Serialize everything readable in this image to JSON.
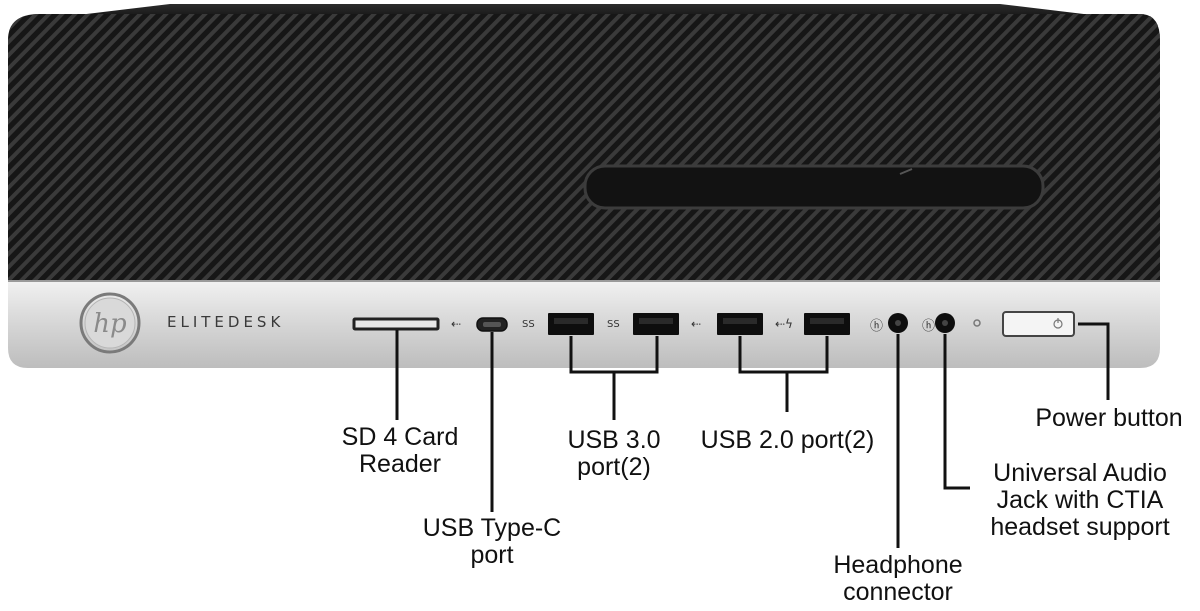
{
  "product": {
    "logo_text": "hp",
    "brand_text": "ELITEDESK"
  },
  "ports": [
    {
      "id": "sd-card-reader",
      "label": "SD 4 Card\nReader",
      "icon": "sd-slot"
    },
    {
      "id": "usb-type-c",
      "label": "USB Type-C\nport",
      "icon": "usb-c-port"
    },
    {
      "id": "usb-3",
      "label": "USB 3.0\nport(2)",
      "icon": "usb-a-port",
      "count": 2
    },
    {
      "id": "usb-2",
      "label": "USB 2.0 port(2)",
      "icon": "usb-a-port",
      "count": 2
    },
    {
      "id": "headphone",
      "label": "Headphone\nconnector",
      "icon": "headphone-jack"
    },
    {
      "id": "audio-jack",
      "label": "Universal Audio\nJack with CTIA\nheadset support",
      "icon": "headset-jack"
    },
    {
      "id": "power",
      "label": "Power button",
      "icon": "power-button"
    }
  ],
  "colors": {
    "case_dark": "#1f1f1f",
    "vent_line": "#3a3a3a",
    "panel_silver": "#dcdcdc",
    "leader_line": "#111111"
  }
}
